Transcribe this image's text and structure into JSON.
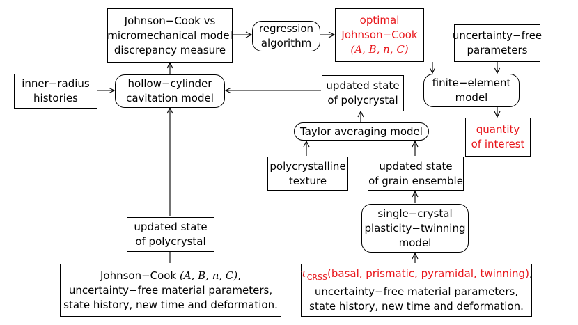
{
  "nodes": {
    "discrepancy": {
      "lines": [
        "Johnson−Cook vs",
        "micromechanical model",
        "discrepancy measure"
      ]
    },
    "regression": {
      "lines": [
        "regression",
        "algorithm"
      ]
    },
    "optimal": {
      "lines": [
        "optimal",
        "Johnson−Cook"
      ],
      "params": "(A, B, n, C)"
    },
    "uncertainty_free": {
      "lines": [
        "uncertainty−free",
        "parameters"
      ]
    },
    "inner_radius": {
      "lines": [
        "inner−radius",
        "histories"
      ]
    },
    "hollow_cylinder": {
      "lines": [
        "hollow−cylinder",
        "cavitation model"
      ]
    },
    "updated_polycrystal_top": {
      "lines": [
        "updated state",
        "of polycrystal"
      ]
    },
    "finite_element": {
      "lines": [
        "finite−element",
        "model"
      ]
    },
    "taylor": {
      "lines": [
        "Taylor averaging model"
      ]
    },
    "quantity": {
      "lines": [
        "quantity",
        "of interest"
      ]
    },
    "texture": {
      "lines": [
        "polycrystalline",
        "texture"
      ]
    },
    "grain_ensemble": {
      "lines": [
        "updated state",
        "of grain ensemble"
      ]
    },
    "single_crystal": {
      "lines": [
        "single−crystal",
        "plasticity−twinning",
        "model"
      ]
    },
    "updated_polycrystal_bottom": {
      "lines": [
        "updated state",
        "of polycrystal"
      ]
    },
    "jc_inputs": {
      "first_prefix": "Johnson−Cook ",
      "first_math": "(A, B, n, C)",
      "first_suffix": ",",
      "lines": [
        "uncertainty−free material parameters,",
        "state history, new time and deformation."
      ]
    },
    "crss_inputs": {
      "tau": "τ",
      "tau_sub": "CRSS",
      "first_red": "(basal, prismatic, pyramidal, twinning)",
      "first_suffix": ",",
      "lines": [
        "uncertainty−free material parameters,",
        "state history, new time and deformation."
      ]
    }
  },
  "colors": {
    "highlight": "#e8161b",
    "line": "#000000"
  }
}
